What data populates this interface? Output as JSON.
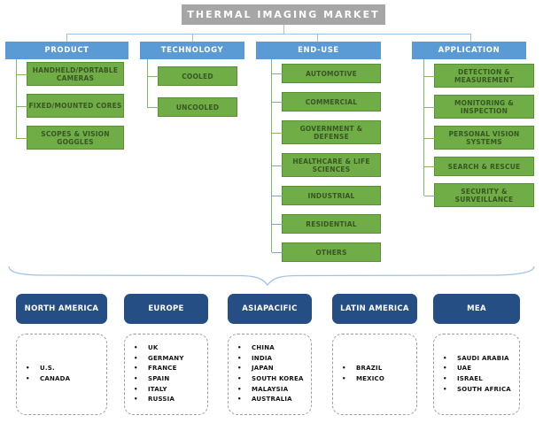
{
  "title": "THERMAL IMAGING MARKET",
  "colors": {
    "title_bg": "#a6a6a6",
    "category_bg": "#5b9bd5",
    "item_bg": "#70ad47",
    "item_border": "#569138",
    "item_text": "#375623",
    "region_bg": "#254e85",
    "connector_blue": "#9dc3e6",
    "connector_green": "#84b767"
  },
  "columns": [
    {
      "label": "PRODUCT",
      "items": [
        "HANDHELD/PORTABLE CAMERAS",
        "FIXED/MOUNTED CORES",
        "SCOPES & VISION GOGGLES"
      ]
    },
    {
      "label": "TECHNOLOGY",
      "items": [
        "COOLED",
        "UNCOOLED"
      ]
    },
    {
      "label": "END-USE",
      "items": [
        "AUTOMOTIVE",
        "COMMERCIAL",
        "GOVERNMENT & DEFENSE",
        "HEALTHCARE & LIFE SCIENCES",
        "INDUSTRIAL",
        "RESIDENTIAL",
        "OTHERS"
      ]
    },
    {
      "label": "APPLICATION",
      "items": [
        "DETECTION & MEASUREMENT",
        "MONITORING & INSPECTION",
        "PERSONAL VISION SYSTEMS",
        "SEARCH & RESCUE",
        "SECURITY & SURVEILLANCE"
      ]
    }
  ],
  "regions": [
    {
      "label": "NORTH AMERICA",
      "countries": [
        "U.S.",
        "CANADA"
      ]
    },
    {
      "label": "EUROPE",
      "countries": [
        "UK",
        "GERMANY",
        "FRANCE",
        "SPAIN",
        "ITALY",
        "RUSSIA"
      ]
    },
    {
      "label": "ASIAPACIFIC",
      "countries": [
        "CHINA",
        "INDIA",
        "JAPAN",
        "SOUTH KOREA",
        "MALAYSIA",
        "AUSTRALIA"
      ]
    },
    {
      "label": "LATIN AMERICA",
      "countries": [
        "BRAZIL",
        "MEXICO"
      ]
    },
    {
      "label": "MEA",
      "countries": [
        "SAUDI ARABIA",
        "UAE",
        "ISRAEL",
        "SOUTH AFRICA"
      ]
    }
  ]
}
